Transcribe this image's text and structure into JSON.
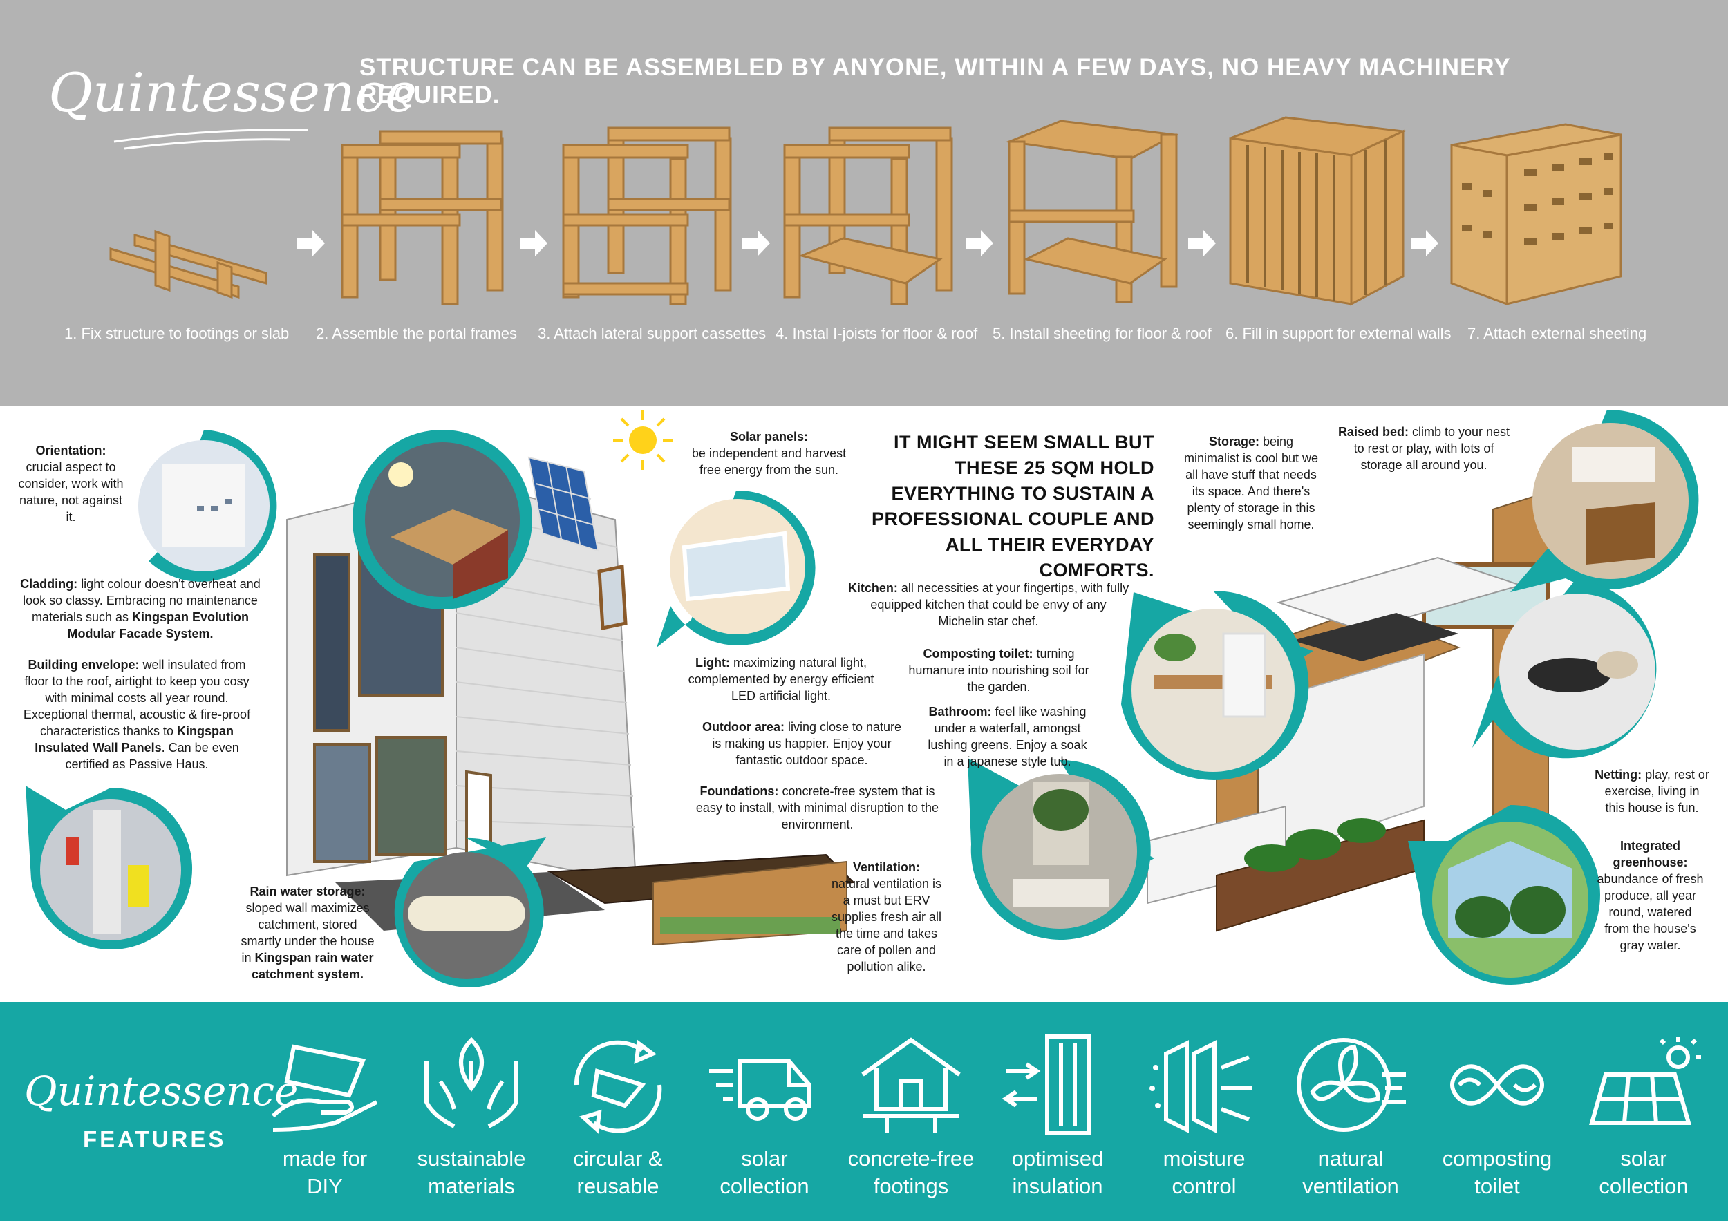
{
  "header": {
    "brand": "Quintessence",
    "headline": "STRUCTURE CAN BE ASSEMBLED BY ANYONE, WITHIN A FEW DAYS, NO HEAVY MACHINERY REQUIRED."
  },
  "steps": [
    "1. Fix structure to footings or slab",
    "2. Assemble the portal frames",
    "3. Attach lateral support cassettes",
    "4. Instal I-joists for floor & roof",
    "5. Install sheeting for floor & roof",
    "6. Fill in support for external walls",
    "7. Attach external sheeting"
  ],
  "statement": "IT MIGHT SEEM SMALL BUT THESE 25 SQM HOLD EVERYTHING TO SUSTAIN A PROFESSIONAL COUPLE AND ALL THEIR EVERYDAY COMFORTS.",
  "info": {
    "orientation": {
      "title": "Orientation:",
      "text": "crucial aspect to consider, work with nature, not against it."
    },
    "cladding": {
      "title": "Cladding:",
      "text": "light colour doesn't overheat and look so classy. Embracing no maintenance materials such as",
      "bold": "Kingspan Evolution Modular Facade System."
    },
    "envelope": {
      "title": "Building envelope:",
      "text": "well insulated from floor to the roof, airtight to keep you cosy with minimal costs all year round. Exceptional thermal, acoustic & fire-proof characteristics thanks to",
      "bold": "Kingspan Insulated Wall Panels",
      "tail": ". Can be even certified as Passive Haus."
    },
    "rain": {
      "title": "Rain water storage:",
      "text": "sloped wall maximizes catchment, stored smartly under the house in",
      "bold": "Kingspan rain water catchment system."
    },
    "solar": {
      "title": "Solar panels:",
      "text": "be independent and harvest free energy from the sun."
    },
    "light": {
      "title": "Light:",
      "text": "maximizing natural light, complemented by energy efficient LED artificial light."
    },
    "outdoor": {
      "title": "Outdoor area:",
      "text": "living close to nature is making us happier. Enjoy your fantastic outdoor space."
    },
    "foundations": {
      "title": "Foundations:",
      "text": "concrete-free system that is easy to install, with minimal disruption to the environment."
    },
    "ventilation": {
      "title": "Ventilation:",
      "text": "natural ventilation is a must but ERV supplies fresh air all the time and takes care of pollen and pollution alike."
    },
    "kitchen": {
      "title": "Kitchen:",
      "text": "all necessities at your fingertips, with fully equipped kitchen that could be envy of any Michelin star chef."
    },
    "toilet": {
      "title": "Composting toilet:",
      "text": "turning humanure into nourishing soil for the garden."
    },
    "bathroom": {
      "title": "Bathroom:",
      "text": "feel like washing under a waterfall, amongst lushing greens. Enjoy a soak in a japanese style tub."
    },
    "storage": {
      "title": "Storage:",
      "text": "being minimalist is cool but we all have stuff that needs its space. And there's plenty of storage in this seemingly small home."
    },
    "raised": {
      "title": "Raised bed:",
      "text": "climb to your nest to rest or play, with lots of storage all around you."
    },
    "netting": {
      "title": "Netting:",
      "text": "play, rest or exercise, living in this house is fun."
    },
    "greenhouse": {
      "title": "Integrated greenhouse:",
      "text": "abundance of fresh produce, all year round, watered from the house's gray water."
    }
  },
  "features": {
    "brand": "Quintessence",
    "title": "FEATURES",
    "items": [
      {
        "label1": "made for",
        "label2": "DIY",
        "icon": "diy-hand-icon"
      },
      {
        "label1": "sustainable",
        "label2": "materials",
        "icon": "hands-leaf-icon"
      },
      {
        "label1": "circular &",
        "label2": "reusable",
        "icon": "recycle-icon"
      },
      {
        "label1": "solar",
        "label2": "collection",
        "icon": "delivery-van-icon"
      },
      {
        "label1": "concrete-free",
        "label2": "footings",
        "icon": "house-footings-icon"
      },
      {
        "label1": "optimised",
        "label2": "insulation",
        "icon": "insulation-icon"
      },
      {
        "label1": "moisture",
        "label2": "control",
        "icon": "moisture-wall-icon"
      },
      {
        "label1": "natural",
        "label2": "ventilation",
        "icon": "fan-icon"
      },
      {
        "label1": "composting",
        "label2": "toilet",
        "icon": "infinity-leaf-icon"
      },
      {
        "label1": "solar",
        "label2": "collection",
        "icon": "solar-panel-icon"
      }
    ]
  },
  "colors": {
    "teal": "#16a7a4",
    "grey": "#b3b3b3",
    "wood": "#d9a55f"
  }
}
